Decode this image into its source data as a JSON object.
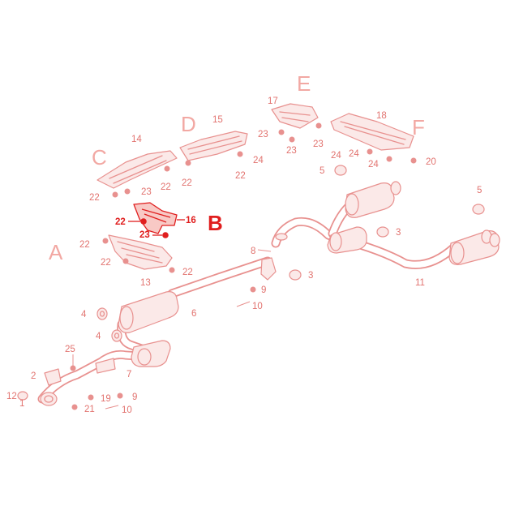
{
  "section_letters": {
    "a": "A",
    "b": "B",
    "c": "C",
    "d": "D",
    "e": "E",
    "f": "F"
  },
  "highlight_color": "#e01e1e",
  "base_color": "#e8918f",
  "callouts": {
    "c1": "1",
    "c2": "2",
    "c3a": "3",
    "c3b": "3",
    "c4a": "4",
    "c4b": "4",
    "c5a": "5",
    "c5b": "5",
    "c6": "6",
    "c7": "7",
    "c8": "8",
    "c9a": "9",
    "c9b": "9",
    "c10a": "10",
    "c10b": "10",
    "c11": "11",
    "c12": "12",
    "c13": "13",
    "c14": "14",
    "c15": "15",
    "c16": "16",
    "c17": "17",
    "c18": "18",
    "c19": "19",
    "c20": "20",
    "c21": "21",
    "c22a": "22",
    "c22b": "22",
    "c22c": "22",
    "c22d": "22",
    "c22e": "22",
    "c22f": "22",
    "c22g": "22",
    "c23a": "23",
    "c23b": "23",
    "c23c": "23",
    "c23d": "23",
    "c23e": "23",
    "c24a": "24",
    "c24b": "24",
    "c24c": "24",
    "c25": "25"
  }
}
